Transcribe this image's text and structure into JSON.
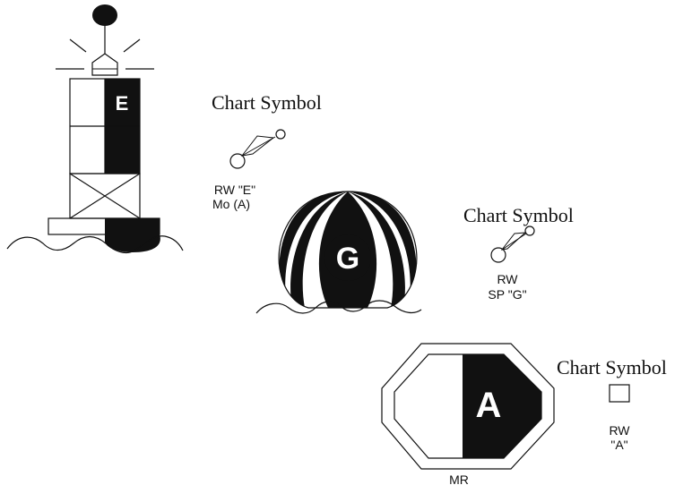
{
  "buoy_e": {
    "letter": "E",
    "chart_symbol_label": "Chart Symbol",
    "caption_line1": "RW \"E\"",
    "caption_line2": "Mo (A)"
  },
  "buoy_g": {
    "letter": "G",
    "chart_symbol_label": "Chart Symbol",
    "caption_line1": "RW",
    "caption_line2": "SP \"G\""
  },
  "daymark_a": {
    "letter": "A",
    "label_below": "MR",
    "chart_symbol_label": "Chart Symbol",
    "caption_line1": "RW",
    "caption_line2": "\"A\""
  }
}
